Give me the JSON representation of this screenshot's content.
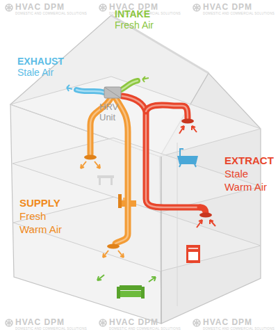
{
  "diagram": {
    "labels": [
      "HVAC DPM",
      "DOMESTIC AND COMMERCIAL SOLUTIONS",
      "HVAC DPM",
      "DOMESTIC AND COMMERCIAL SOLUTIONS",
      "HVAC DPM",
      "DOMESTIC AND COMMERCIAL SOLUTIONS",
      "INTAKE",
      "Fresh Air",
      "EXHAUST",
      "Stale Air",
      "HRV Unit",
      "EXTRACT",
      "Stale Warm Air",
      "SUPPLY",
      "Fresh Warm Air",
      "HVAC DPM",
      "DOMESTIC AND COMMERCIAL SOLUTIONS",
      "HVAC DPM",
      "DOMESTIC AND COMMERCIAL SOLUTIONS",
      "HVAC DPM",
      "DOMESTIC AND COMMERCIAL SOLUTIONS"
    ]
  }
}
